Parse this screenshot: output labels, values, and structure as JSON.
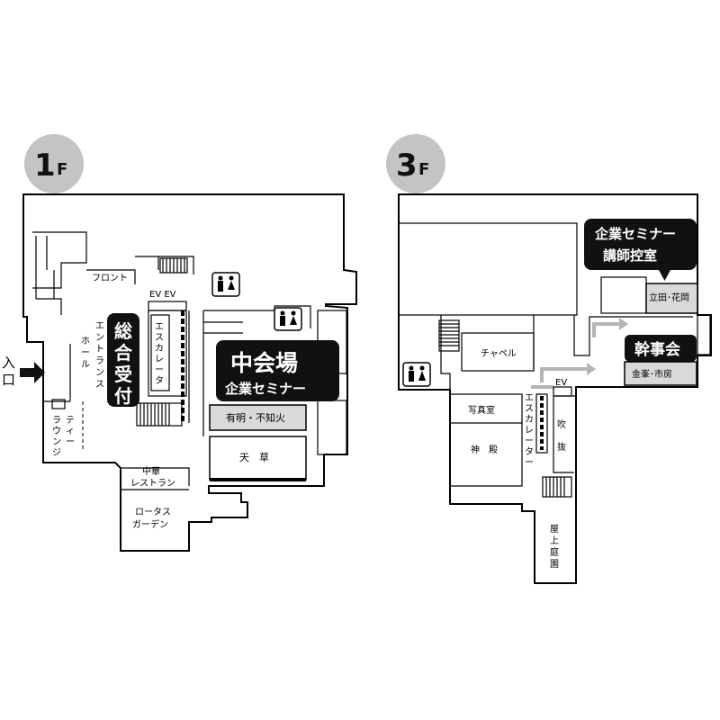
{
  "floor1": {
    "label_num": "1",
    "label_f": "F",
    "entrance": "入口",
    "front": "フロント",
    "elevators": "EV EV",
    "entrance_hall": "エントランスホール",
    "reception_badge": "総合受付",
    "escalator": "エスカレーター",
    "main_hall_title": "中会場",
    "main_hall_sub": "企業セミナー",
    "room_shiranui": "有明・不知火",
    "room_amakusa": "天　草",
    "tea_lounge": "ティーラウンジ",
    "chinese_1": "中華",
    "chinese_2": "レストラン",
    "lotus_1": "ロータス",
    "lotus_2": "ガーデン"
  },
  "floor3": {
    "label_num": "3",
    "label_f": "F",
    "seminar_badge_1": "企業セミナー",
    "seminar_badge_2": "講師控室",
    "room_tachibana": "立田･花岡",
    "chapel": "チャペル",
    "kanjikai_badge": "幹事会",
    "room_kinpo": "金峯･市房",
    "ev": "EV",
    "photo_studio": "写真室",
    "shrine": "神　殿",
    "escalator": "エスカレーター",
    "atrium": "吹　抜",
    "rooftop_garden": "屋上庭園"
  },
  "colors": {
    "badge_bg": "#111111",
    "highlight_room": "#d9d9d9",
    "floor_circle": "#c4c4c4",
    "arrow_gray": "#b5b5b5"
  }
}
